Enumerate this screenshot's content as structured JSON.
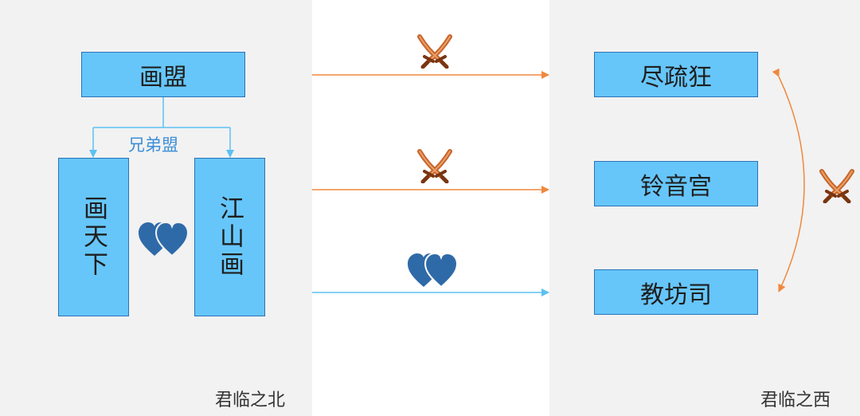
{
  "left_region": {
    "label": "君临之北",
    "alliance": "画盟",
    "relation_label": "兄弟盟",
    "members": [
      {
        "name": "画天下"
      },
      {
        "name": "江山画"
      }
    ]
  },
  "right_region": {
    "label": "君临之西",
    "factions": [
      {
        "name": "尽疏狂"
      },
      {
        "name": "铃音宫"
      },
      {
        "name": "教坊司"
      }
    ]
  },
  "colors": {
    "panel_bg": "#f2f2f2",
    "box_fill": "#66c6fa",
    "box_border": "#2a73b8",
    "hostile_arrow": "#f0883e",
    "friendly_arrow": "#5cc1f2",
    "heart": "#2f6aa8",
    "sword_blade": "#c8652a"
  },
  "relations": [
    {
      "from": "画盟",
      "to": "尽疏狂",
      "type": "hostile",
      "icon": "crossed-swords-icon"
    },
    {
      "from": "江山画",
      "to": "铃音宫",
      "type": "hostile",
      "icon": "crossed-swords-icon"
    },
    {
      "from": "画盟",
      "to": "教坊司",
      "type": "friendly",
      "icon": "hearts-icon"
    },
    {
      "from": "尽疏狂",
      "to": "教坊司",
      "type": "hostile",
      "icon": "crossed-swords-icon"
    },
    {
      "from": "画天下",
      "to": "江山画",
      "type": "friendly",
      "icon": "hearts-icon"
    }
  ]
}
